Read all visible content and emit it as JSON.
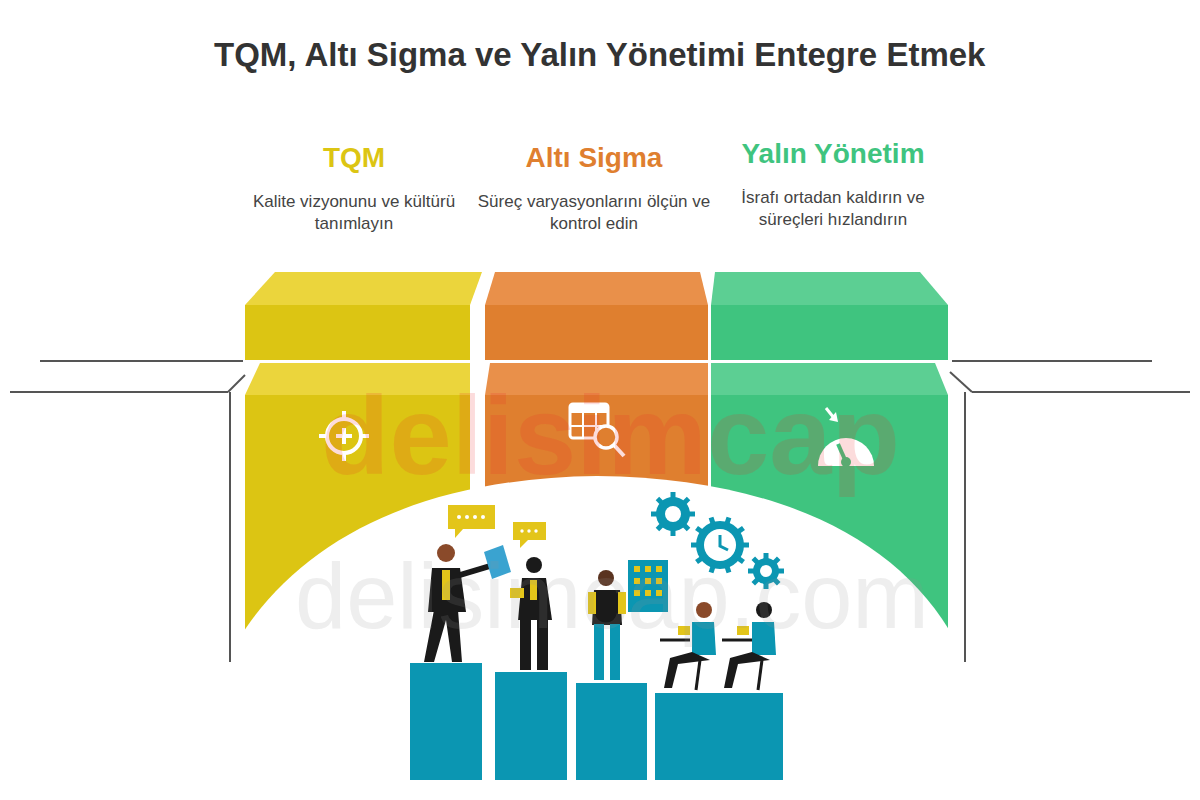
{
  "diagram": {
    "title": "TQM, Altı Sigma ve Yalın Yönetimi Entegre Etmek",
    "nodes": [
      {
        "text": [
          "TQM",
          "Kalite vizyonunu ve kültürü tanımlayın"
        ]
      },
      {
        "text": [
          "Altı Sigma",
          "Süreç varyasyonlarını ölçün ve kontrol edin"
        ]
      },
      {
        "text": [
          "Yalın Yönetim",
          "İsrafı ortadan kaldırın ve süreçleri hızlandırın"
        ]
      }
    ],
    "labels": [
      "delisimcap",
      "delisimcap.com"
    ]
  }
}
